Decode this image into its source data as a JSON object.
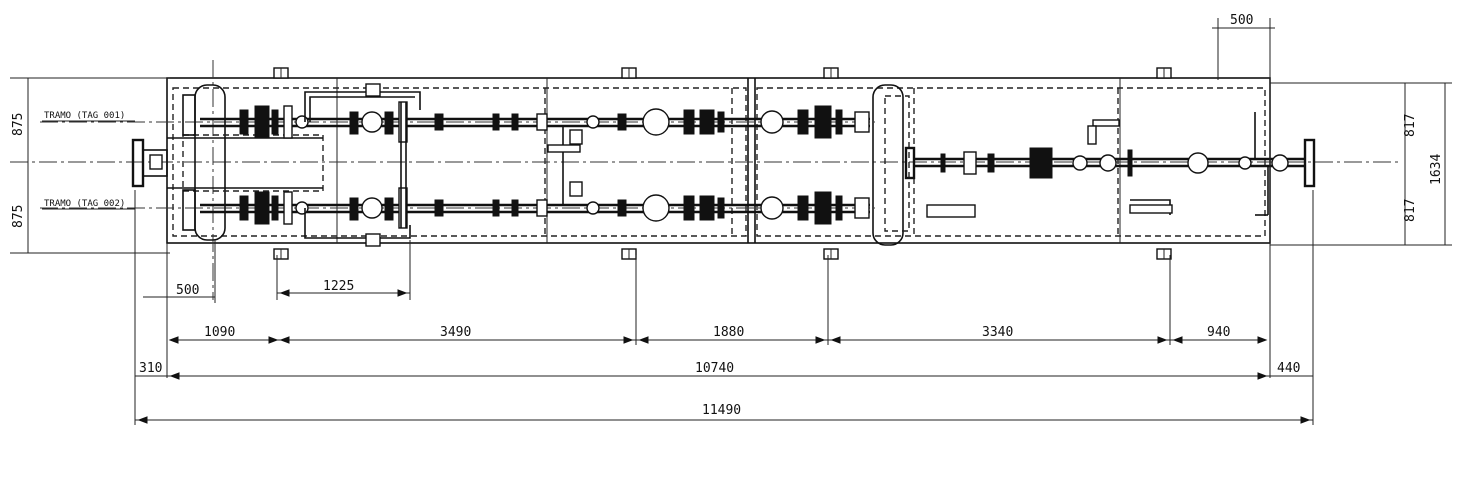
{
  "drawing": {
    "tags": {
      "upper": "TRAMO (TAG 001)",
      "lower": "TRAMO (TAG 002)"
    },
    "dimensions": {
      "top_offset": "500",
      "left_upper": "875",
      "left_lower": "875",
      "right_upper": "817",
      "right_lower": "817",
      "right_total": "1634",
      "inlet_offset": "500",
      "valve_span": "1225",
      "seg_1": "1090",
      "seg_2": "3490",
      "seg_3": "1880",
      "seg_4": "3340",
      "seg_5": "940",
      "left_overhang": "310",
      "skid_length": "10740",
      "right_overhang": "440",
      "overall_length": "11490"
    }
  }
}
